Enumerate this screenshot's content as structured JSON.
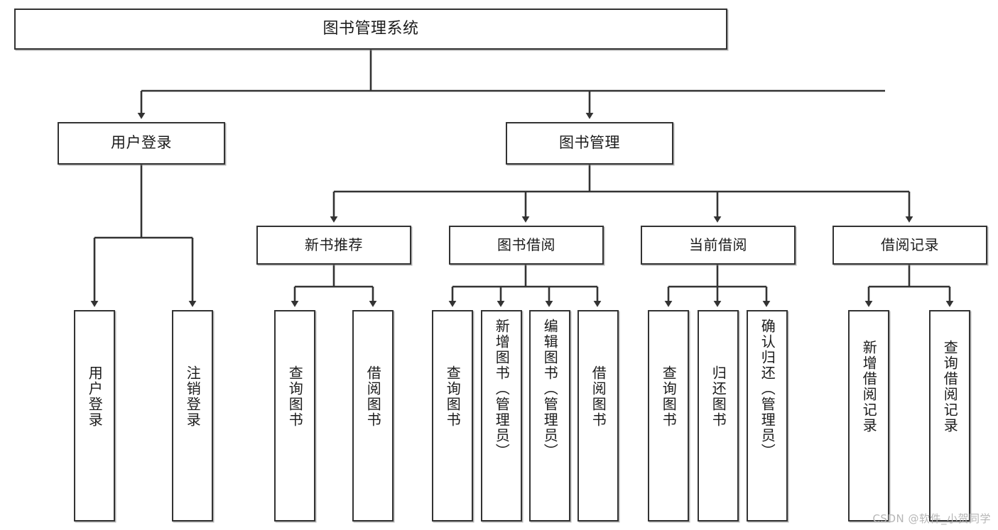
{
  "diagram": {
    "type": "tree-hierarchy-flowchart",
    "title_text": "图书管理系统",
    "colors": {
      "box_border": "#333333",
      "box_fill": "#ffffff",
      "connector": "#333333",
      "text": "#1b1b1b",
      "watermark": "#b6b6b6",
      "background": "#ffffff"
    },
    "root": {
      "label": "图书管理系统"
    },
    "level2": [
      {
        "id": "user-login",
        "label": "用户登录"
      },
      {
        "id": "book-management",
        "label": "图书管理"
      }
    ],
    "level3": [
      {
        "id": "new-book-recommend",
        "label": "新书推荐",
        "parent": "book-management"
      },
      {
        "id": "book-borrow",
        "label": "图书借阅",
        "parent": "book-management"
      },
      {
        "id": "current-borrow",
        "label": "当前借阅",
        "parent": "book-management"
      },
      {
        "id": "borrow-record",
        "label": "借阅记录",
        "parent": "book-management"
      }
    ],
    "leaves": [
      {
        "id": "leaf-user-login",
        "label": "用户登录",
        "parent": "user-login"
      },
      {
        "id": "leaf-logout",
        "label": "注销登录",
        "parent": "user-login"
      },
      {
        "id": "leaf-query-book-1",
        "label": "查询图书",
        "parent": "new-book-recommend"
      },
      {
        "id": "leaf-borrow-book-1",
        "label": "借阅图书",
        "parent": "new-book-recommend"
      },
      {
        "id": "leaf-query-book-2",
        "label": "查询图书",
        "parent": "book-borrow"
      },
      {
        "id": "leaf-add-book",
        "label": "新增图书（管理员）",
        "parent": "book-borrow"
      },
      {
        "id": "leaf-edit-book",
        "label": "编辑图书（管理员）",
        "parent": "book-borrow"
      },
      {
        "id": "leaf-borrow-book-2",
        "label": "借阅图书",
        "parent": "book-borrow"
      },
      {
        "id": "leaf-query-book-3",
        "label": "查询图书",
        "parent": "current-borrow"
      },
      {
        "id": "leaf-return-book",
        "label": "归还图书",
        "parent": "current-borrow"
      },
      {
        "id": "leaf-confirm-return",
        "label": "确认归还（管理员）",
        "parent": "current-borrow"
      },
      {
        "id": "leaf-add-record",
        "label": "新增借阅记录",
        "parent": "borrow-record"
      },
      {
        "id": "leaf-query-record",
        "label": "查询借阅记录",
        "parent": "borrow-record"
      }
    ],
    "watermark": "CSDN @软件_小贺同学"
  }
}
